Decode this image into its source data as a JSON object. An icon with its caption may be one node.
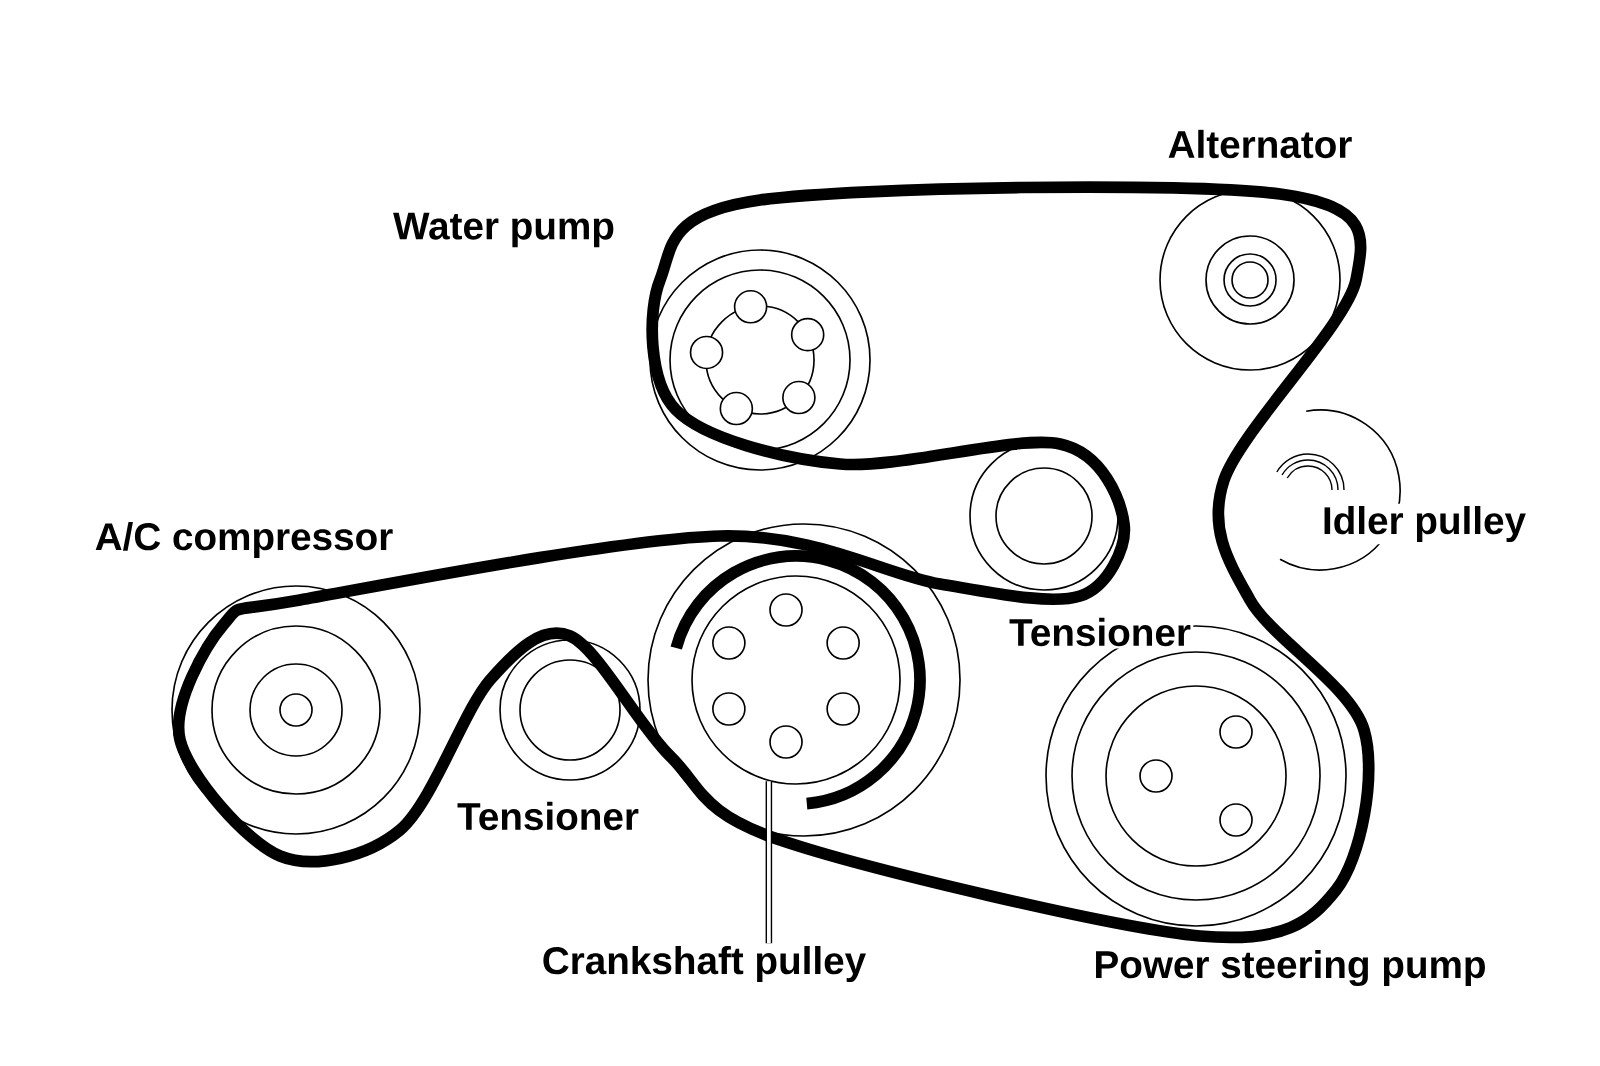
{
  "diagram": {
    "nodes": [
      {
        "text": [
          "Crankshaft pulley"
        ]
      },
      {
        "text": [],
        "shape": "circle"
      }
    ],
    "edges": [
      {
        "from": 0,
        "to": 1,
        "arrow": "none"
      }
    ],
    "labels": [
      "Alternator",
      "Water pump",
      "Idler pulley",
      "A/C compressor",
      "Tensioner",
      "Tensioner",
      "Power steering pump"
    ]
  }
}
